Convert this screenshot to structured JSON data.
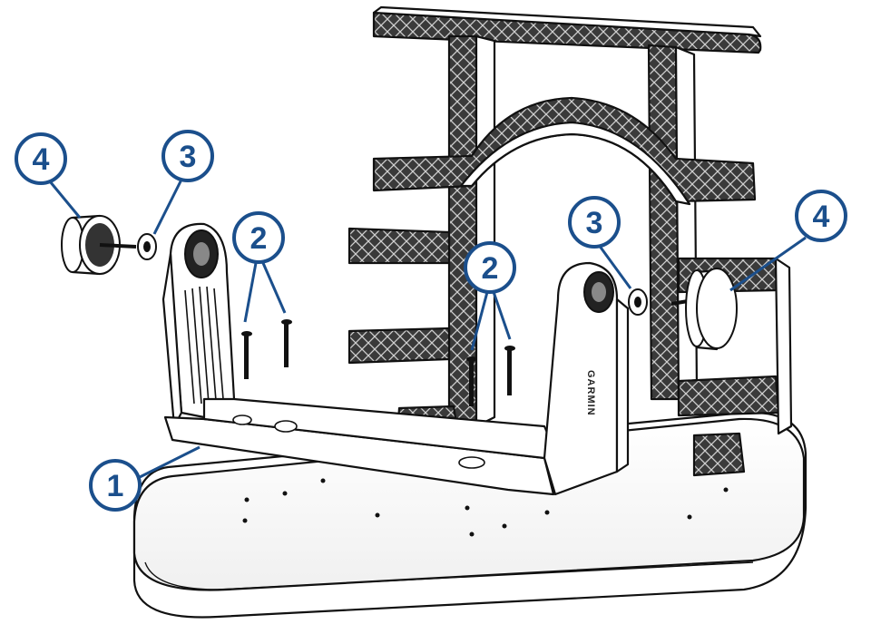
{
  "diagram": {
    "brand_mark": "GARMIN",
    "colors": {
      "callout": "#1b4f8c",
      "outline": "#111111",
      "fill": "#ffffff",
      "truss": "#2a2a2a",
      "shade": "#e8e8e8"
    },
    "callouts": [
      {
        "id": "callout-1",
        "label": "1"
      },
      {
        "id": "callout-2-left",
        "label": "2"
      },
      {
        "id": "callout-2-right",
        "label": "2"
      },
      {
        "id": "callout-3-left",
        "label": "3"
      },
      {
        "id": "callout-3-right",
        "label": "3"
      },
      {
        "id": "callout-4-left",
        "label": "4"
      },
      {
        "id": "callout-4-right",
        "label": "4"
      }
    ]
  }
}
